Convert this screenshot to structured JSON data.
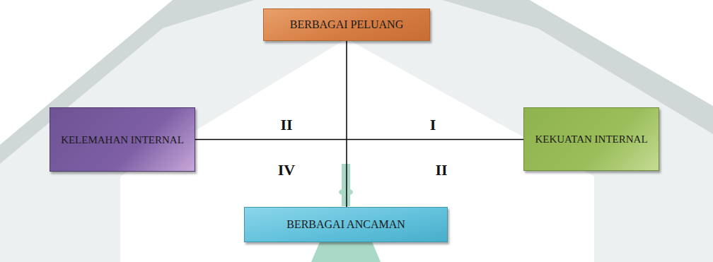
{
  "diagram": {
    "nodes": [
      {
        "text": [
          "BERBAGAI PELUANG"
        ]
      },
      {
        "text": [
          "KELEMAHAN INTERNAL"
        ]
      },
      {
        "text": [
          "KEKUATAN INTERNAL"
        ]
      },
      {
        "text": [
          "BERBAGAI ANCAMAN"
        ]
      }
    ],
    "edges": [
      {
        "from": 0,
        "to": 3,
        "arrow": "none"
      },
      {
        "from": 1,
        "to": 2,
        "arrow": "none"
      }
    ],
    "labels": [
      "II",
      "I",
      "IV",
      "II"
    ]
  }
}
